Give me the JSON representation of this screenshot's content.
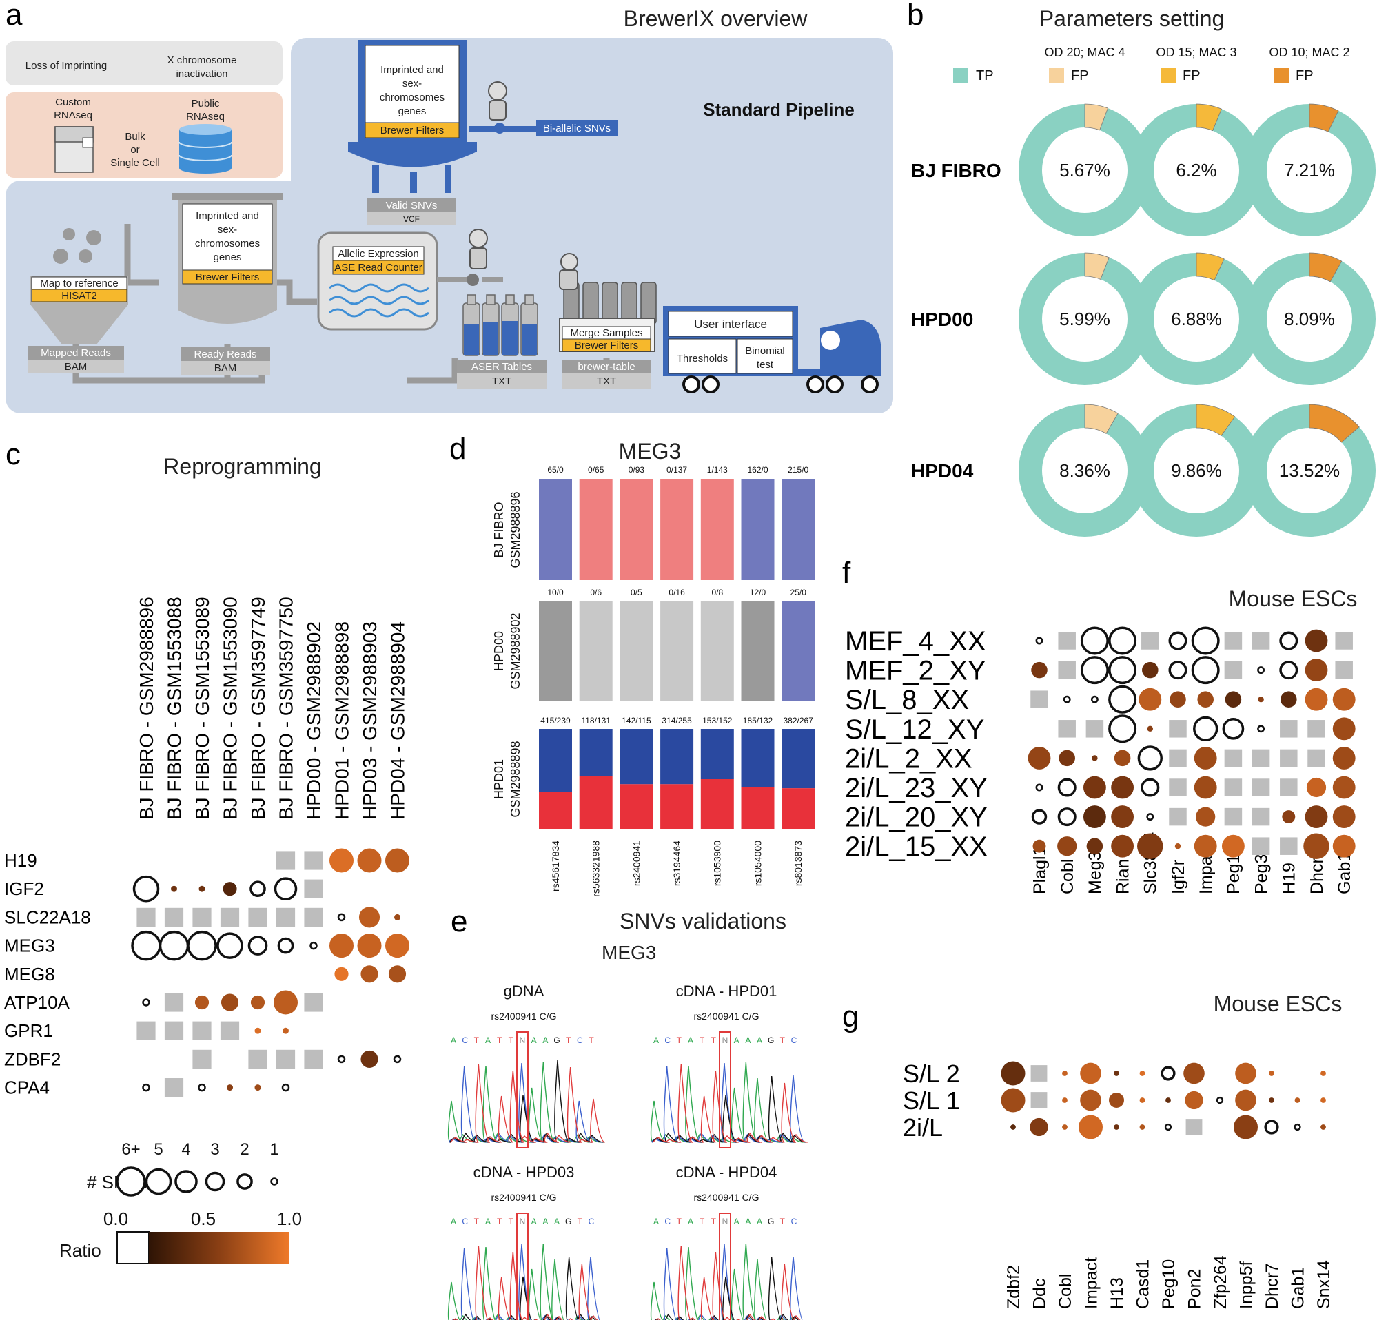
{
  "panels": {
    "a": "a",
    "b": "b",
    "c": "c",
    "d": "d",
    "e": "e",
    "f": "f",
    "g": "g"
  },
  "overview": {
    "title": "BrewerIX overview",
    "standard_pipeline": "Standard Pipeline",
    "loss_of_imprinting": "Loss of Imprinting",
    "x_inactivation_1": "X chromosome",
    "x_inactivation_2": "inactivation",
    "custom_1": "Custom",
    "custom_2": "RNAseq",
    "public_1": "Public",
    "public_2": "RNAseq",
    "bulk_1": "Bulk",
    "bulk_2": "or",
    "bulk_3": "Single Cell",
    "imprinted_lines": [
      "Imprinted and",
      "sex-",
      "chromosomes",
      "genes"
    ],
    "brewer_filters": "Brewer Filters",
    "biallelic": "Bi-allelic SNVs",
    "valid_snvs": "Valid SNVs",
    "vcf": "VCF",
    "allelic_expression": "Allelic Expression",
    "ase_read_counter": "ASE Read Counter",
    "map_to_reference": "Map to reference",
    "hisat2": "HISAT2",
    "mapped_reads": "Mapped Reads",
    "ready_reads": "Ready Reads",
    "bam": "BAM",
    "aser_tables": "ASER Tables",
    "txt": "TXT",
    "merge_samples": "Merge Samples",
    "brewer_table": "brewer-table",
    "user_interface": "User interface",
    "thresholds": "Thresholds",
    "binomial_1": "Binomial",
    "binomial_2": "test"
  },
  "params": {
    "title": "Parameters setting",
    "tp": "TP",
    "fp": "FP",
    "settings": [
      "OD 20; MAC 4",
      "OD 15; MAC 3",
      "OD 10; MAC 2"
    ],
    "fp_colors": [
      "#f7d29c",
      "#f5b93a",
      "#e8912e"
    ],
    "tp_color": "#8ad1c2",
    "rows": [
      {
        "label": "BJ FIBRO",
        "values": [
          "5.67%",
          "6.2%",
          "7.21%"
        ],
        "fractions": [
          0.0567,
          0.062,
          0.0721
        ]
      },
      {
        "label": "HPD00",
        "values": [
          "5.99%",
          "6.88%",
          "8.09%"
        ],
        "fractions": [
          0.0599,
          0.0688,
          0.0809
        ]
      },
      {
        "label": "HPD04",
        "values": [
          "8.36%",
          "9.86%",
          "13.52%"
        ],
        "fractions": [
          0.0836,
          0.0986,
          0.1352
        ]
      }
    ]
  },
  "reprog": {
    "title": "Reprogramming",
    "columns": [
      "BJ FIBRO - GSM2988896",
      "BJ FIBRO - GSM1553088",
      "BJ FIBRO - GSM1553089",
      "BJ FIBRO - GSM1553090",
      "BJ FIBRO - GSM3597749",
      "BJ FIBRO - GSM3597750",
      "HPD00 - GSM2988902",
      "HPD01 - GSM2988898",
      "HPD03 - GSM2988903",
      "HPD04 - GSM2988904"
    ],
    "genes": [
      "H19",
      "IGF2",
      "SLC22A18",
      "MEG3",
      "MEG8",
      "ATP10A",
      "GPR1",
      "ZDBF2",
      "CPA4"
    ],
    "cells": [
      [
        "",
        "",
        "",
        "",
        "",
        "g",
        "g",
        "f5r0.9",
        "f5r0.8",
        "f5r0.75"
      ],
      [
        "o5",
        "f1r0.35",
        "f1r0.35",
        "f2r0.2",
        "o2",
        "o4",
        "g",
        "",
        "",
        ""
      ],
      [
        "g",
        "g",
        "g",
        "g",
        "g",
        "g",
        "g",
        "o1",
        "f4r0.75",
        "f1r0.6"
      ],
      [
        "o6",
        "o6",
        "o6",
        "o5",
        "o3",
        "o2",
        "o1",
        "f5r0.8",
        "f5r0.8",
        "f5r0.85"
      ],
      [
        "",
        "",
        "",
        "",
        "",
        "",
        "",
        "f2r0.95",
        "f3r0.7",
        "f3r0.65"
      ],
      [
        "o1",
        "g",
        "f2r0.7",
        "f3r0.6",
        "f2r0.7",
        "f5r0.75",
        "g",
        "",
        "",
        ""
      ],
      [
        "g",
        "g",
        "g",
        "g",
        "f1r0.9",
        "f1r0.8",
        "",
        "",
        "",
        ""
      ],
      [
        "",
        "",
        "g",
        "",
        "g",
        "g",
        "g",
        "o1",
        "f3r0.35",
        "o1"
      ],
      [
        "o1",
        "g",
        "o1",
        "f1r0.5",
        "f1r0.6",
        "o1",
        "",
        "",
        "",
        ""
      ]
    ],
    "legend": {
      "snvs_label": "# SNVs",
      "sizes": [
        "6+",
        "5",
        "4",
        "3",
        "2",
        "1"
      ],
      "ratio_label": "Ratio",
      "ticks": [
        "0.0",
        "0.5",
        "1.0"
      ]
    }
  },
  "meg3": {
    "title": "MEG3",
    "snps": [
      "rs45617834",
      "rs563321988",
      "rs2400941",
      "rs3194464",
      "rs1053900",
      "rs1054000",
      "rs8013873"
    ],
    "samples": [
      {
        "label1": "BJ FIBRO",
        "label2": "GSM2988896",
        "counts": [
          "65/0",
          "0/65",
          "0/93",
          "0/137",
          "1/143",
          "162/0",
          "215/0"
        ],
        "fills": [
          "#7179bd",
          "#ef7f7f",
          "#ef7f7f",
          "#ef7f7f",
          "#ef7f7f",
          "#7179bd",
          "#7179bd"
        ]
      },
      {
        "label1": "HPD00",
        "label2": "GSM2988902",
        "counts": [
          "10/0",
          "0/6",
          "0/5",
          "0/16",
          "0/8",
          "12/0",
          "25/0"
        ],
        "fills": [
          "#9a9a9a",
          "#c8c8c8",
          "#c8c8c8",
          "#c8c8c8",
          "#c8c8c8",
          "#9a9a9a",
          "#7179bd"
        ]
      },
      {
        "label1": "HPD01",
        "label2": "GSM2988898",
        "counts": [
          "415/239",
          "118/131",
          "142/115",
          "314/255",
          "153/152",
          "185/132",
          "382/267"
        ],
        "red_fraction": [
          0.37,
          0.53,
          0.45,
          0.45,
          0.5,
          0.42,
          0.41
        ]
      }
    ]
  },
  "validation": {
    "title": "SNVs validations",
    "subtitle": "MEG3",
    "traces": [
      {
        "title": "gDNA",
        "rs": "rs2400941 C/G",
        "seq": "ACTATTNAAGTCT"
      },
      {
        "title": "cDNA - HPD01",
        "rs": "rs2400941 C/G",
        "seq": "ACTATTNAAAGTC"
      },
      {
        "title": "cDNA - HPD03",
        "rs": "rs2400941 C/G",
        "seq": "ACTATTNAAAGTC"
      },
      {
        "title": "cDNA - HPD04",
        "rs": "rs2400941 C/G",
        "seq": "ACTATTNAAAGTC"
      }
    ]
  },
  "mouse_f": {
    "title": "Mouse ESCs",
    "rows": [
      "MEF_4_XX",
      "MEF_2_XY",
      "S/L_8_XX",
      "S/L_12_XY",
      "2i/L_2_XX",
      "2i/L_23_XY",
      "2i/L_20_XY",
      "2i/L_15_XX"
    ],
    "cols": [
      "Plagl1",
      "Cobl",
      "Meg3",
      "Rian",
      "Slc38a4",
      "Igf2r",
      "Impact",
      "Peg10",
      "Peg3",
      "H19",
      "Dhcr7",
      "Gab1"
    ],
    "cells": [
      [
        "o1",
        "g",
        "o6",
        "o6",
        "g",
        "o3",
        "o6",
        "g",
        "g",
        "o3",
        "f5r0.35",
        "g"
      ],
      [
        "f3r0.4",
        "g",
        "o6",
        "o6",
        "f3r0.3",
        "o3",
        "o6",
        "g",
        "o1",
        "o3",
        "f5r0.55",
        "g"
      ],
      [
        "g",
        "o1",
        "o1",
        "o6",
        "f5r0.75",
        "f3r0.55",
        "f3r0.6",
        "f3r0.25",
        "f1r0.5",
        "f3r0.25",
        "f5r0.8",
        "f5r0.75"
      ],
      [
        "",
        "g",
        "g",
        "o6",
        "f1r0.5",
        "g",
        "o5",
        "o4",
        "o1",
        "g",
        "g",
        "f5r0.6"
      ],
      [
        "f5r0.55",
        "f3r0.4",
        "f1r0.4",
        "f3r0.6",
        "o5",
        "g",
        "f5r0.6",
        "g",
        "g",
        "g",
        "g",
        "f5r0.6"
      ],
      [
        "o1",
        "o3",
        "f5r0.4",
        "f5r0.4",
        "o3",
        "g",
        "f5r0.6",
        "g",
        "g",
        "g",
        "f4r0.8",
        "f5r0.65"
      ],
      [
        "o2",
        "o3",
        "f5r0.25",
        "f5r0.45",
        "o1",
        "g",
        "f4r0.65",
        "g",
        "g",
        "f2r0.5",
        "f5r0.45",
        "f5r0.6"
      ],
      [
        "f2r0.6",
        "f4r0.55",
        "f3r0.35",
        "f5r0.5",
        "f6r0.45",
        "f1r0.7",
        "f5r0.75",
        "f5r0.85",
        "g",
        "g",
        "f6r0.6",
        "f5r0.8"
      ]
    ]
  },
  "mouse_g": {
    "title": "Mouse ESCs",
    "rows": [
      "S/L 2",
      "S/L 1",
      "2i/L"
    ],
    "cols": [
      "Zdbf2",
      "Ddc",
      "Cobl",
      "Impact",
      "H13",
      "Casd1",
      "Peg10",
      "Pon2",
      "Zfp264",
      "Inpp5f",
      "Dhcr7",
      "Gab1",
      "Snx14"
    ],
    "cells": [
      [
        "f6r0.3",
        "g",
        "f1r0.8",
        "f5r0.8",
        "f1r0.35",
        "f1r0.9",
        "o2",
        "f5r0.6",
        "",
        "f5r0.75",
        "f1r0.8",
        "",
        "f1r0.85"
      ],
      [
        "f6r0.6",
        "g",
        "f1r0.8",
        "f5r0.7",
        "f3r0.6",
        "f1r0.85",
        "f1r0.3",
        "f4r0.75",
        "o1",
        "f5r0.7",
        "f1r0.35",
        "f1r0.75",
        "f1r0.85"
      ],
      [
        "f1r0.25",
        "f4r0.45",
        "f1r0.75",
        "f6r0.85",
        "f1r0.35",
        "f1r0.7",
        "o1",
        "g",
        "",
        "f6r0.5",
        "o2",
        "o1",
        "f1r0.6"
      ]
    ]
  }
}
